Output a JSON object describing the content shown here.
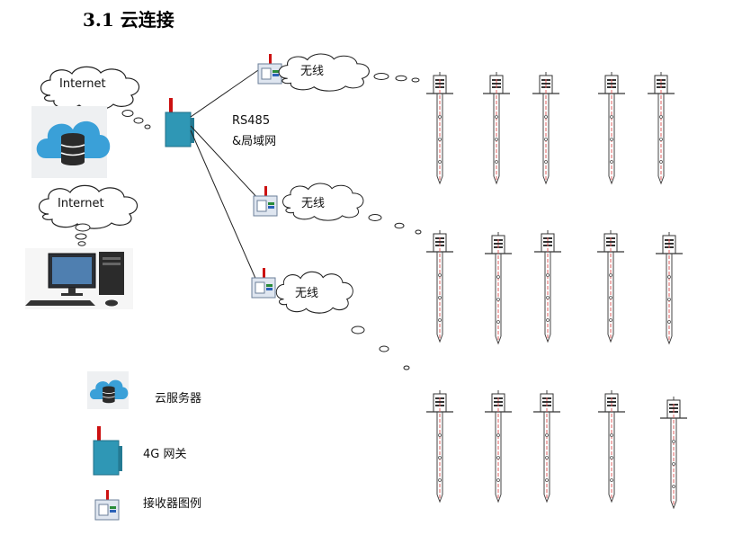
{
  "title": "3.1 云连接",
  "clouds": {
    "internet_top": "Internet",
    "internet_mid": "Internet",
    "wireless_1": "无线",
    "wireless_2": "无线",
    "wireless_3": "无线"
  },
  "link_label_line1": "RS485",
  "link_label_line2": "&局域网",
  "legend": {
    "cloud_server": "云服务器",
    "gateway_4g": "4G 网关",
    "receiver": "接收器图例"
  },
  "sensor_grid": {
    "rows": 3,
    "per_row": 5
  },
  "colors": {
    "gateway_fill": "#2f97b5",
    "antenna": "#cc1111",
    "sensor_line": "#e06060",
    "cloud_blue": "#3aa0d8"
  }
}
